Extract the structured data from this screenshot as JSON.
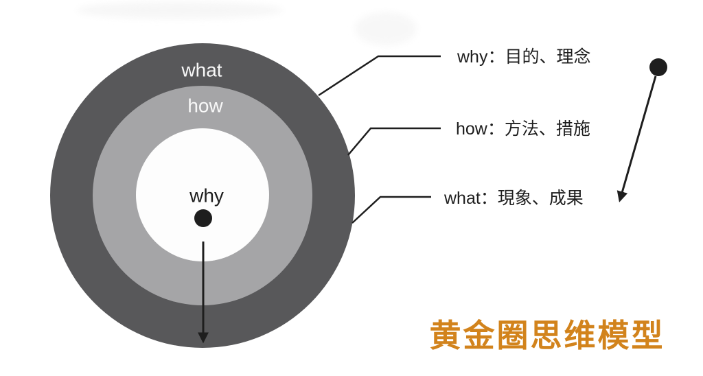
{
  "diagram": {
    "rings": [
      {
        "name": "outer",
        "label": "what"
      },
      {
        "name": "middle",
        "label": "how"
      },
      {
        "name": "inner",
        "label": "why"
      }
    ],
    "annotations": [
      {
        "term": "why",
        "text": "why：目的、理念"
      },
      {
        "term": "how",
        "text": "how：方法、措施"
      },
      {
        "term": "what",
        "text": "what：現象、成果"
      }
    ],
    "title": "黄金圈思维模型"
  },
  "colors": {
    "outer_ring": "#58585a",
    "middle_ring": "#a5a5a7",
    "inner_circle": "#fdfdfd",
    "ring_text": "#f8f8f8",
    "ink": "#1e1e1e",
    "title": "#d2831c",
    "watermark": "#f4f4f4",
    "background": "#ffffff"
  }
}
